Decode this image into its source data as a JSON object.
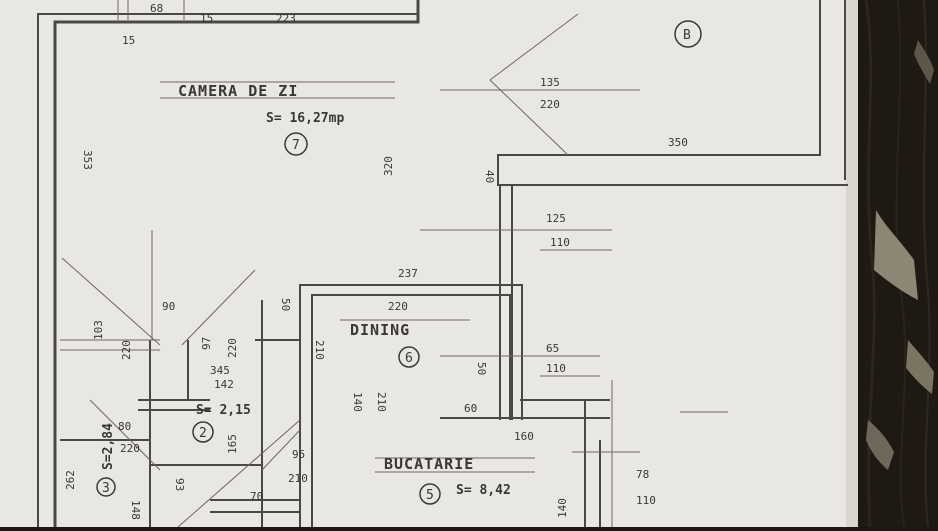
{
  "rooms": [
    {
      "name": "CAMERA DE ZI",
      "area": "S= 16,27mp",
      "number": "7"
    },
    {
      "name": "DINING",
      "number": "6"
    },
    {
      "name": "BUCATARIE",
      "area": "S= 8,42",
      "number": "5"
    },
    {
      "area": "S= 2,15",
      "number": "2"
    },
    {
      "area": "S=2,84",
      "number": "3"
    }
  ],
  "labels": {
    "corner_b": "B"
  },
  "dimensions": [
    "68",
    "15",
    "223",
    "15",
    "353",
    "135",
    "220",
    "350",
    "320",
    "40",
    "125",
    "110",
    "237",
    "220",
    "210",
    "65",
    "110",
    "50",
    "60",
    "160",
    "103",
    "220",
    "90",
    "97",
    "220",
    "345",
    "142",
    "140",
    "210",
    "80",
    "220",
    "165",
    "95",
    "210",
    "70",
    "148",
    "93",
    "78",
    "110",
    "140",
    "262",
    "50"
  ],
  "colors": {
    "paper": "#e9e7e3",
    "ink": "#3a3836",
    "background": "#1e1912"
  }
}
